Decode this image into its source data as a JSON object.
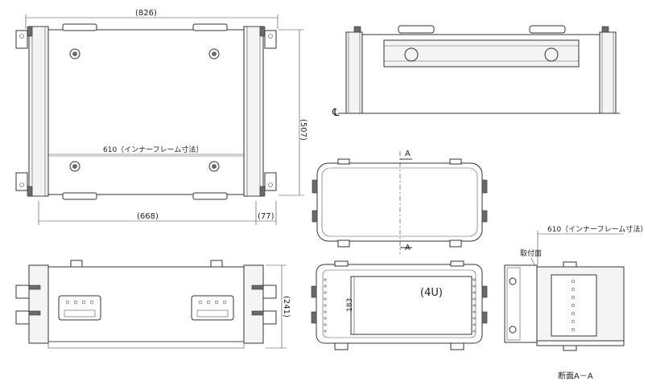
{
  "top_view": {
    "width_overall": "(826)",
    "depth_overall": "(507)",
    "inner_frame_note": "610（インナーフレーム寸法）",
    "width_inner": "(668)",
    "side_margin": "(77)"
  },
  "front_view": {
    "height": "(241)"
  },
  "side_view": {
    "section_label": "A",
    "section_label_bottom": "A"
  },
  "end_view": {
    "units": "(4U)",
    "inner_height": "183"
  },
  "section_view": {
    "frame_note": "610（インナーフレーム寸法）",
    "mount_face": "取付面",
    "title": "断面A－A"
  },
  "misc": {
    "centerline": "℄"
  }
}
